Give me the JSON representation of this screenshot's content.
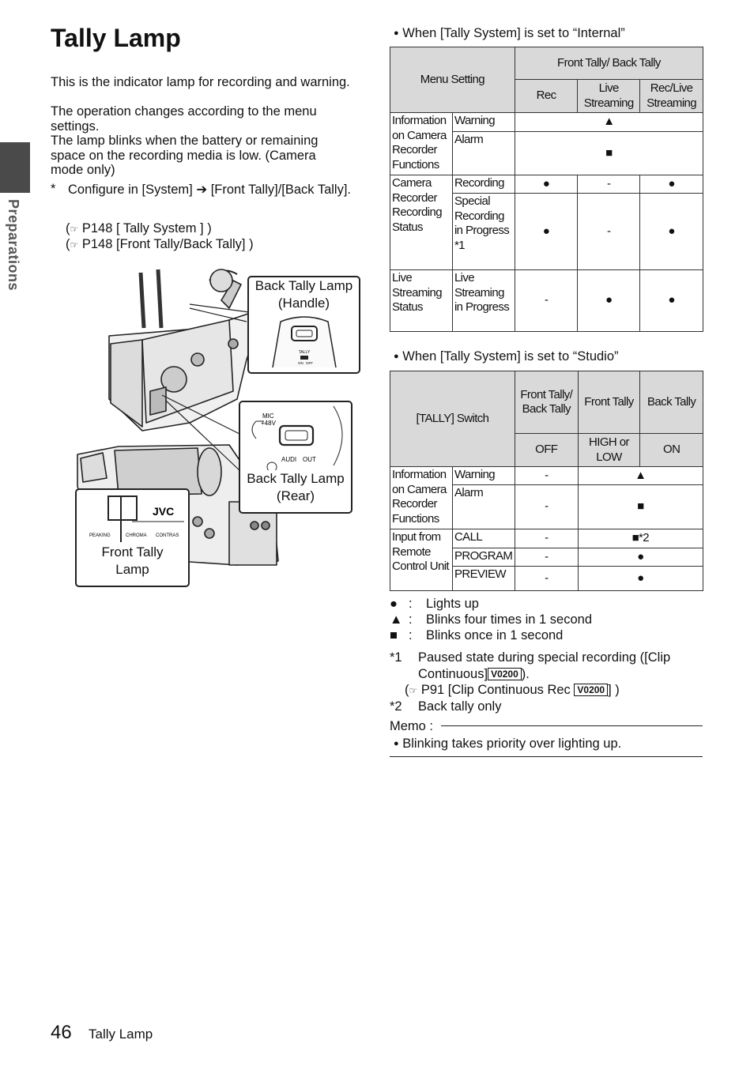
{
  "sidebar": {
    "section": "Preparations"
  },
  "title": "Tally Lamp",
  "intro": [
    "This is the indicator lamp for recording and warning.",
    "The operation changes according to the menu settings.",
    "The lamp blinks when the battery or remaining space on the recording media is low. (Camera mode only)"
  ],
  "note": {
    "mark": "*",
    "text": "Configure in [System] ➔ [Front Tally]/[Back Tally]."
  },
  "refs": [
    "P148 [ Tally System ] )",
    "P148 [Front Tally/Back Tally] )"
  ],
  "ref_open": "(",
  "ref_icon": "☞",
  "callouts": {
    "back_handle": [
      "Back Tally Lamp",
      "(Handle)"
    ],
    "back_rear": [
      "Back Tally Lamp",
      "(Rear)"
    ],
    "front": [
      "Front Tally",
      "Lamp"
    ]
  },
  "illustration": {
    "tally_switch": "TALLY",
    "switch_pos": [
      "ON",
      "OFF"
    ],
    "mic": "MIC",
    "phantom": "+48V",
    "audio": "AUDI",
    "out": "OUT",
    "panel": [
      "PEAKING",
      "CHROMA",
      "CONTRAS"
    ],
    "brand": "JVC"
  },
  "internal": {
    "heading": "When [Tally System] is set to “Internal”",
    "menu_setting": "Menu Setting",
    "group": "Front Tally/ Back Tally",
    "cols": [
      "Rec",
      "Live Streaming",
      "Rec/Live Streaming"
    ],
    "info_label": "Information on Camera Recorder Functions",
    "warning": {
      "label": "Warning",
      "value": "▲"
    },
    "alarm": {
      "label": "Alarm",
      "value": "■"
    },
    "cam_label": "Camera Recorder Recording Status",
    "recording": {
      "label": "Recording",
      "values": [
        "●",
        "-",
        "●"
      ]
    },
    "special": {
      "label": "Special Recording in Progress *1",
      "values": [
        "●",
        "-",
        "●"
      ]
    },
    "live_label": "Live Streaming Status",
    "live": {
      "label": "Live Streaming in Progress",
      "values": [
        "-",
        "●",
        "●"
      ]
    }
  },
  "studio": {
    "heading": "When [Tally System] is set to “Studio”",
    "switch_label": "[TALLY] Switch",
    "cols": [
      "Front Tally/ Back Tally",
      "Front Tally",
      "Back Tally"
    ],
    "subcols": [
      "OFF",
      "HIGH or LOW",
      "ON"
    ],
    "info_label": "Information on Camera Recorder Functions",
    "warning": {
      "label": "Warning",
      "values": [
        "-",
        "▲"
      ]
    },
    "alarm": {
      "label": "Alarm",
      "values": [
        "-",
        "■"
      ]
    },
    "remote_label": "Input from Remote Control Unit",
    "call": {
      "label": "CALL",
      "values": [
        "-",
        "■*2"
      ]
    },
    "program": {
      "label": "PROGRAM",
      "values": [
        "-",
        "●"
      ]
    },
    "preview": {
      "label": "PREVIEW",
      "values": [
        "-",
        "●"
      ]
    }
  },
  "legend": [
    {
      "sym": "●",
      "sep": ":",
      "text": "Lights up"
    },
    {
      "sym": "▲",
      "sep": ":",
      "text": "Blinks four times in 1 second"
    },
    {
      "sym": "■",
      "sep": ":",
      "text": "Blinks once in 1 second"
    }
  ],
  "footnotes": {
    "n1_mark": "*1",
    "n1_text": "Paused state during special recording ([Clip Continuous]",
    "n1_tag": "V0200",
    "n1_end": ").",
    "n1_ref": "P91 [Clip Continuous Rec",
    "n1_ref_tag": "V0200",
    "n1_ref_end": "] )",
    "n2_mark": "*2",
    "n2_text": "Back tally only"
  },
  "memo": {
    "label": "Memo :",
    "bullet": "Blinking takes priority over lighting up."
  },
  "footer": {
    "page": "46",
    "title": "Tally Lamp"
  }
}
